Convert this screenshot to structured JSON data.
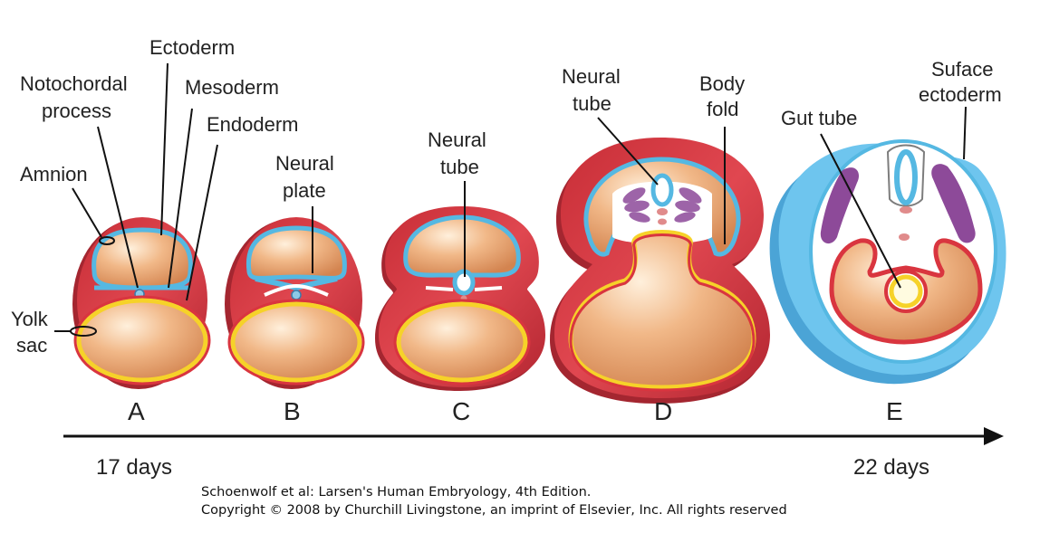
{
  "labels": {
    "ectoderm": "Ectoderm",
    "notochordal_1": "Notochordal",
    "notochordal_2": "process",
    "mesoderm": "Mesoderm",
    "endoderm": "Endoderm",
    "amnion": "Amnion",
    "yolk_1": "Yolk",
    "yolk_2": "sac",
    "neural_plate_1": "Neural",
    "neural_plate_2": "plate",
    "neural_tube_c_1": "Neural",
    "neural_tube_c_2": "tube",
    "neural_tube_d_1": "Neural",
    "neural_tube_d_2": "tube",
    "body_fold_1": "Body",
    "body_fold_2": "fold",
    "gut_tube": "Gut tube",
    "surface_ecto_1": "Suface",
    "surface_ecto_2": "ectoderm"
  },
  "stages": [
    "A",
    "B",
    "C",
    "D",
    "E"
  ],
  "timeline": {
    "start": "17 days",
    "end": "22 days"
  },
  "credit": {
    "line1": "Schoenwolf et al: Larsen's Human Embryology, 4th Edition.",
    "line2": "Copyright © 2008 by Churchill Livingstone, an imprint of Elsevier, Inc. All rights reserved"
  },
  "colors": {
    "mesoderm_red": "#d9353f",
    "ectoderm_blue": "#55b8e2",
    "endoderm_yellow": "#f6d229",
    "cavity_tan": "#eda56d",
    "somite_purple": "#8d4a99",
    "dark_red": "#a42630"
  }
}
